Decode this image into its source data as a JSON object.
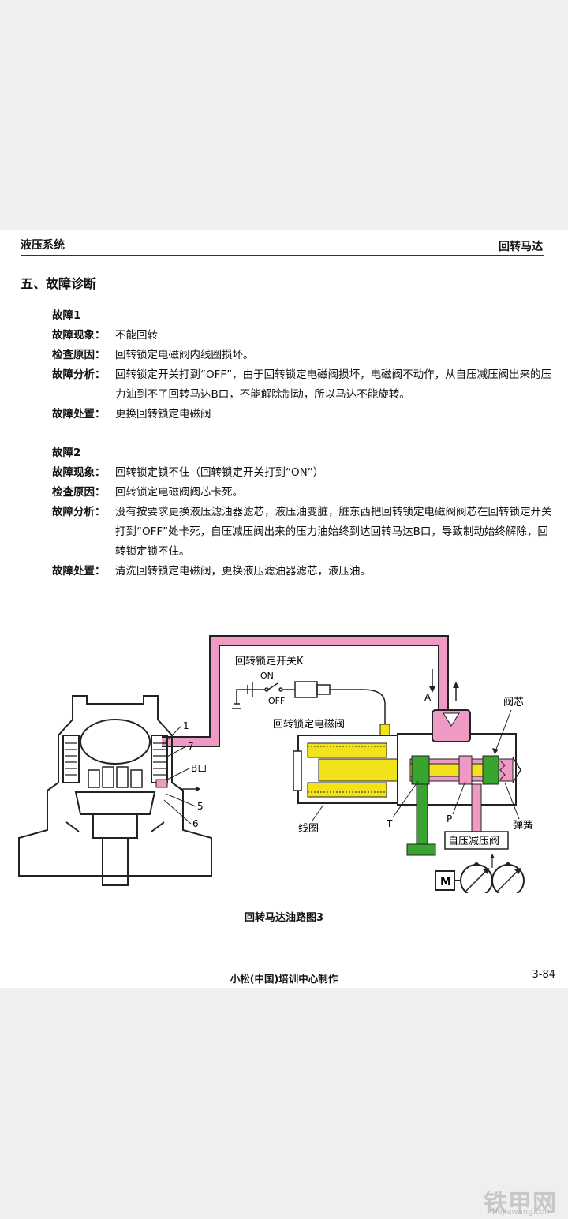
{
  "header": {
    "left": "液压系统",
    "right": "回转马达"
  },
  "section_title": "五、故障诊断",
  "faults": [
    {
      "title": "故障1",
      "rows": [
        {
          "label": "故障现象：",
          "text": "不能回转"
        },
        {
          "label": "检查原因：",
          "text": "回转锁定电磁阀内线圈损坏。"
        },
        {
          "label": "故障分析：",
          "text": "回转锁定开关打到“OFF”，由于回转锁定电磁阀损坏，电磁阀不动作，从自压减压阀出来的压力油到不了回转马达B口，不能解除制动，所以马达不能旋转。"
        },
        {
          "label": "故障处置：",
          "text": "更换回转锁定电磁阀"
        }
      ]
    },
    {
      "title": "故障2",
      "rows": [
        {
          "label": "故障现象：",
          "text": "回转锁定锁不住（回转锁定开关打到“ON”）"
        },
        {
          "label": "检查原因：",
          "text": "回转锁定电磁阀阀芯卡死。"
        },
        {
          "label": "故障分析：",
          "text": "没有按要求更换液压滤油器滤芯，液压油变脏，脏东西把回转锁定电磁阀阀芯在回转锁定开关打到“OFF”处卡死，自压减压阀出来的压力油始终到达回转马达B口，导致制动始终解除，回转锁定锁不住。"
        },
        {
          "label": "故障处置：",
          "text": "清洗回转锁定电磁阀，更换液压滤油器滤芯，液压油。"
        }
      ]
    }
  ],
  "diagram": {
    "switch_label": "回转锁定开关K",
    "on": "ON",
    "off": "OFF",
    "solenoid_label": "回转锁定电磁阀",
    "port_a": "A",
    "spool": "阀芯",
    "port_b": "B口",
    "n1": "1",
    "n7": "7",
    "n5": "5",
    "n6": "6",
    "coil": "线圈",
    "t": "T",
    "p": "P",
    "spring": "弹簧",
    "reducing_valve": "自压减压阀",
    "motor": "M",
    "colors": {
      "pink": "#ee9ac4",
      "yellow": "#f2e21a",
      "green": "#39a530",
      "red": "#d8242c"
    }
  },
  "caption": "回转马达油路图3",
  "footer": "小松(中国)培训中心制作",
  "page_number": "3-84",
  "watermark": {
    "main": "铁甲网",
    "sub": "tiejiawang.com"
  }
}
